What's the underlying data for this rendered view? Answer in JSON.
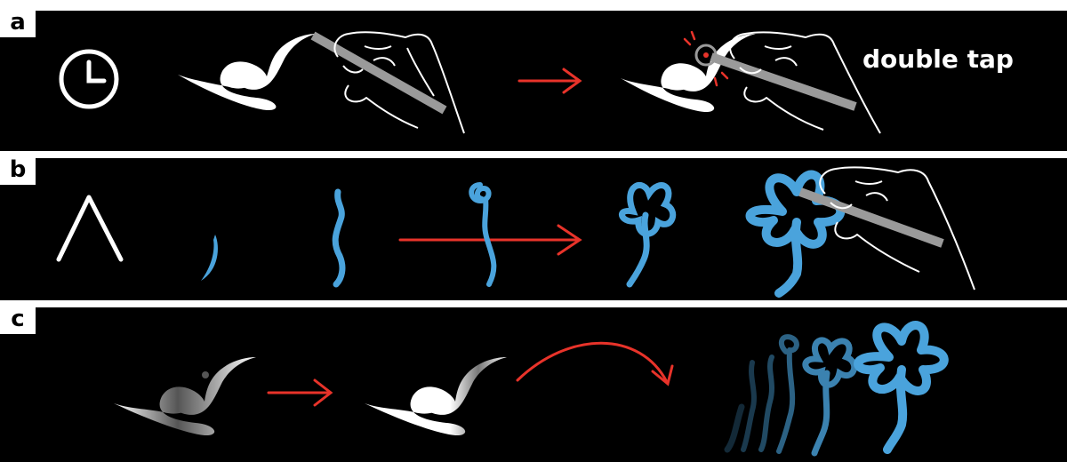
{
  "panels": [
    {
      "id": "a",
      "label": "a",
      "caption": "double tap"
    },
    {
      "id": "b",
      "label": "b"
    },
    {
      "id": "c",
      "label": "c"
    }
  ],
  "colors": {
    "background": "#000000",
    "stroke": "#ffffff",
    "arrow": "#e8332a",
    "brush_blue": "#4aa3dc",
    "pen_gray": "#9a9a9a"
  },
  "icons": [
    "clock-icon",
    "caret-icon",
    "hand-with-pen-icon",
    "arrow-right-icon",
    "curved-arrow-icon"
  ]
}
